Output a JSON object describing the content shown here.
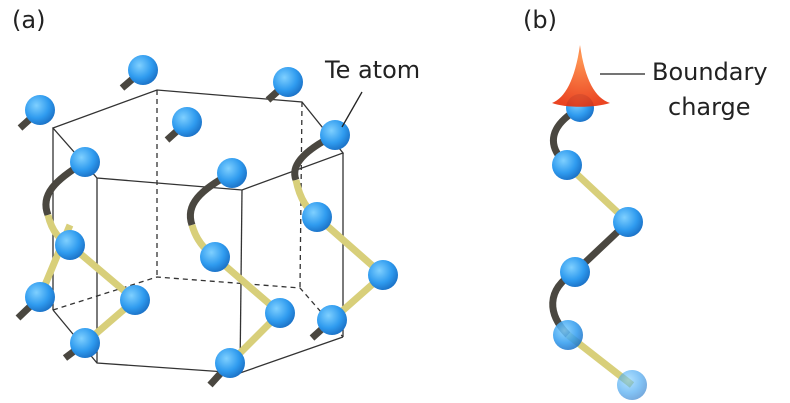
{
  "panel_a": {
    "label": "(a)",
    "annotation": "Te atom"
  },
  "panel_b": {
    "label": "(b)",
    "annotation_line1": "Boundary",
    "annotation_line2": "charge"
  },
  "colors": {
    "atom": "#2f9bef",
    "ribbon_dark": "#4a4740",
    "ribbon_light": "#d8cf7a",
    "charge": "#ff3b10"
  }
}
